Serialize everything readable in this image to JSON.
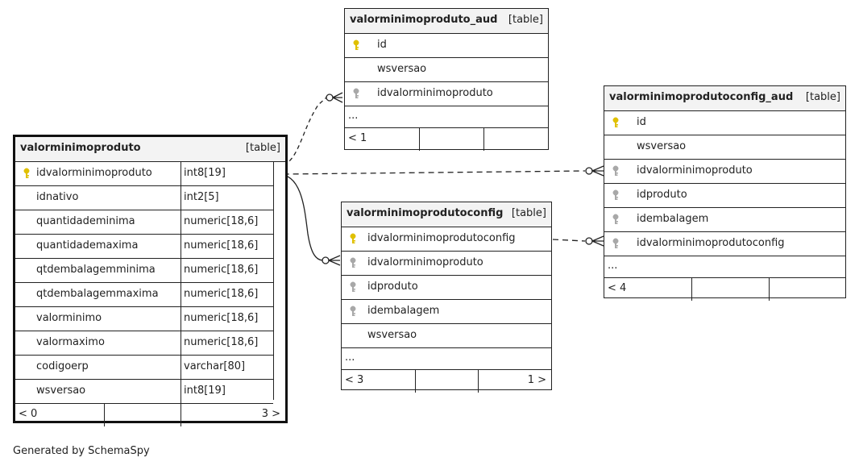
{
  "tables": {
    "valorminimoproduto": {
      "name": "valorminimoproduto",
      "kind": "[table]",
      "columns": [
        {
          "name": "idvalorminimoproduto",
          "type": "int8[19]",
          "key": "primary"
        },
        {
          "name": "idnativo",
          "type": "int2[5]",
          "key": "none"
        },
        {
          "name": "quantidademinima",
          "type": "numeric[18,6]",
          "key": "none"
        },
        {
          "name": "quantidademaxima",
          "type": "numeric[18,6]",
          "key": "none"
        },
        {
          "name": "qtdembalagemminima",
          "type": "numeric[18,6]",
          "key": "none"
        },
        {
          "name": "qtdembalagemmaxima",
          "type": "numeric[18,6]",
          "key": "none"
        },
        {
          "name": "valorminimo",
          "type": "numeric[18,6]",
          "key": "none"
        },
        {
          "name": "valormaximo",
          "type": "numeric[18,6]",
          "key": "none"
        },
        {
          "name": "codigoerp",
          "type": "varchar[80]",
          "key": "none"
        },
        {
          "name": "wsversao",
          "type": "int8[19]",
          "key": "none"
        }
      ],
      "footer_left": "< 0",
      "footer_right": "3 >"
    },
    "valorminimoproduto_aud": {
      "name": "valorminimoproduto_aud",
      "kind": "[table]",
      "columns": [
        {
          "name": "id",
          "key": "primary"
        },
        {
          "name": "wsversao",
          "key": "none"
        },
        {
          "name": "idvalorminimoproduto",
          "key": "foreign"
        }
      ],
      "ellipsis": "...",
      "footer_left": "< 1",
      "footer_right": ""
    },
    "valorminimoprodutoconfig": {
      "name": "valorminimoprodutoconfig",
      "kind": "[table]",
      "columns": [
        {
          "name": "idvalorminimoprodutoconfig",
          "key": "primary"
        },
        {
          "name": "idvalorminimoproduto",
          "key": "foreign"
        },
        {
          "name": "idproduto",
          "key": "foreign"
        },
        {
          "name": "idembalagem",
          "key": "foreign"
        },
        {
          "name": "wsversao",
          "key": "none"
        }
      ],
      "ellipsis": "...",
      "footer_left": "< 3",
      "footer_right": "1 >"
    },
    "valorminimoprodutoconfig_aud": {
      "name": "valorminimoprodutoconfig_aud",
      "kind": "[table]",
      "columns": [
        {
          "name": "id",
          "key": "primary"
        },
        {
          "name": "wsversao",
          "key": "none"
        },
        {
          "name": "idvalorminimoproduto",
          "key": "foreign"
        },
        {
          "name": "idproduto",
          "key": "foreign"
        },
        {
          "name": "idembalagem",
          "key": "foreign"
        },
        {
          "name": "idvalorminimoprodutoconfig",
          "key": "foreign"
        }
      ],
      "ellipsis": "...",
      "footer_left": "< 4",
      "footer_right": ""
    }
  },
  "credit": "Generated by SchemaSpy",
  "colors": {
    "primary_key": "#e0c000",
    "foreign_key": "#a8a8a8",
    "border": "#222222",
    "header_bg": "#f3f3f3"
  }
}
